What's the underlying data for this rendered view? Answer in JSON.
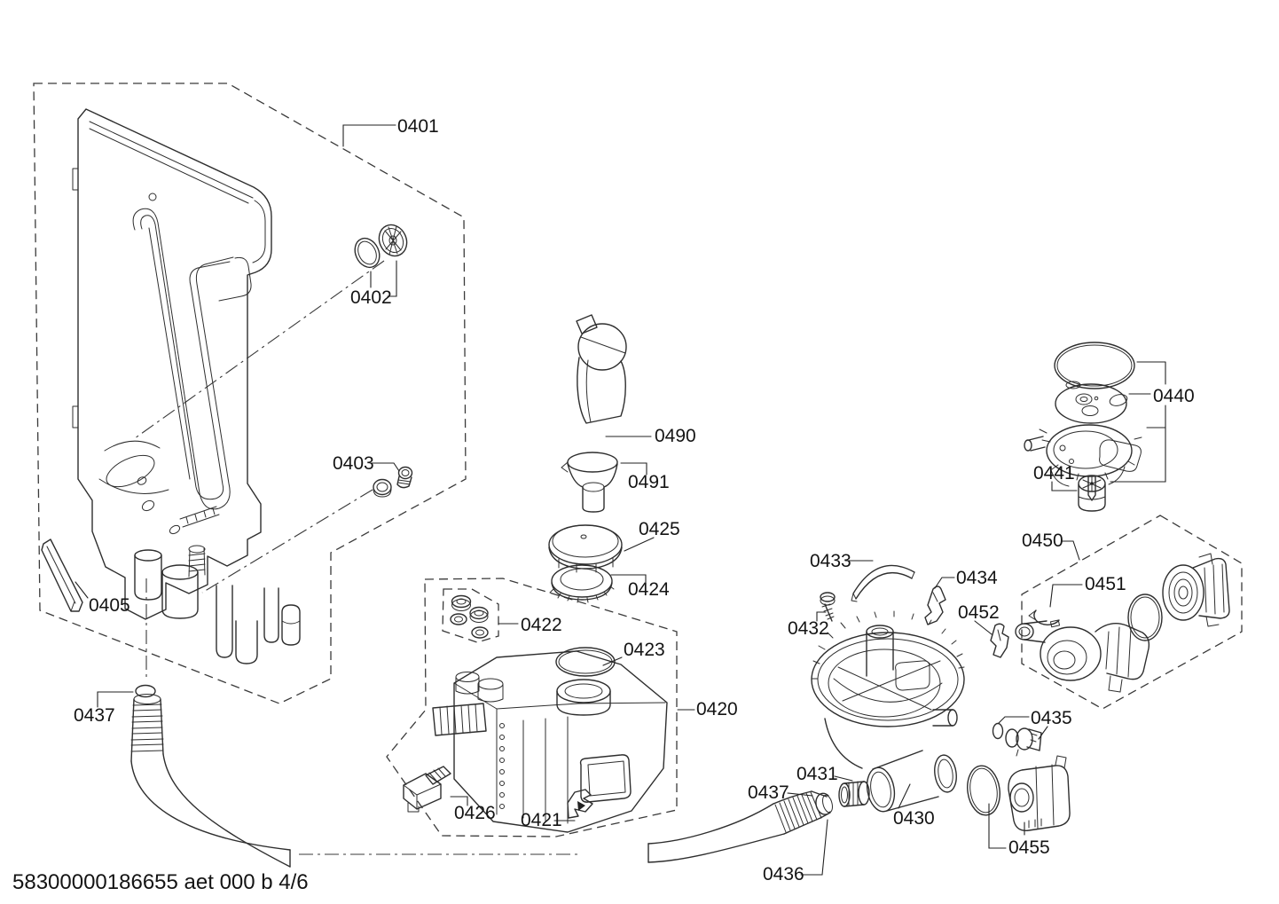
{
  "colors": {
    "background": "#ffffff",
    "line": "#2e2e2e",
    "text": "#141414"
  },
  "footer": "58300000186655 aet 000 b 4/6",
  "labels": {
    "l0401": "0401",
    "l0402": "0402",
    "l0403": "0403",
    "l0405": "0405",
    "l0420": "0420",
    "l0421": "0421",
    "l0422": "0422",
    "l0423": "0423",
    "l0424": "0424",
    "l0425": "0425",
    "l0426": "0426",
    "l0430": "0430",
    "l0431": "0431",
    "l0432": "0432",
    "l0433": "0433",
    "l0434": "0434",
    "l0435": "0435",
    "l0436": "0436",
    "l0437_left": "0437",
    "l0437_right": "0437",
    "l0440": "0440",
    "l0441": "0441",
    "l0450": "0450",
    "l0451": "0451",
    "l0452": "0452",
    "l0455": "0455",
    "l0490": "0490",
    "l0491": "0491"
  }
}
